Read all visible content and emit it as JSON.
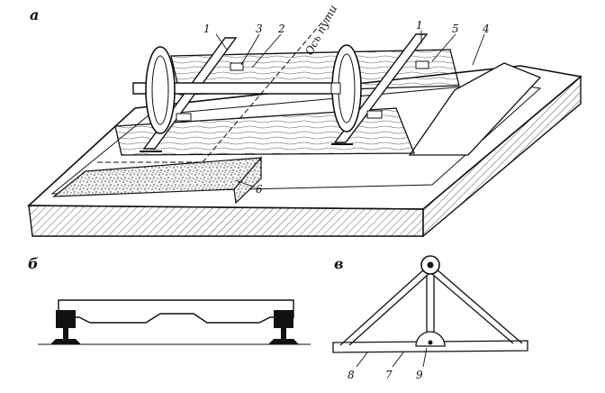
{
  "figure": {
    "panels": {
      "a": {
        "letter": "а"
      },
      "b": {
        "letter": "б"
      },
      "c": {
        "letter": "в"
      }
    },
    "labels_a": {
      "l1_left": "1",
      "l3": "3",
      "l2": "2",
      "axis": "Ось пути",
      "l1_right": "1",
      "l5": "5",
      "l4": "4",
      "l6": "6"
    },
    "labels_c": {
      "l8": "8",
      "l7": "7",
      "l9": "9"
    }
  }
}
